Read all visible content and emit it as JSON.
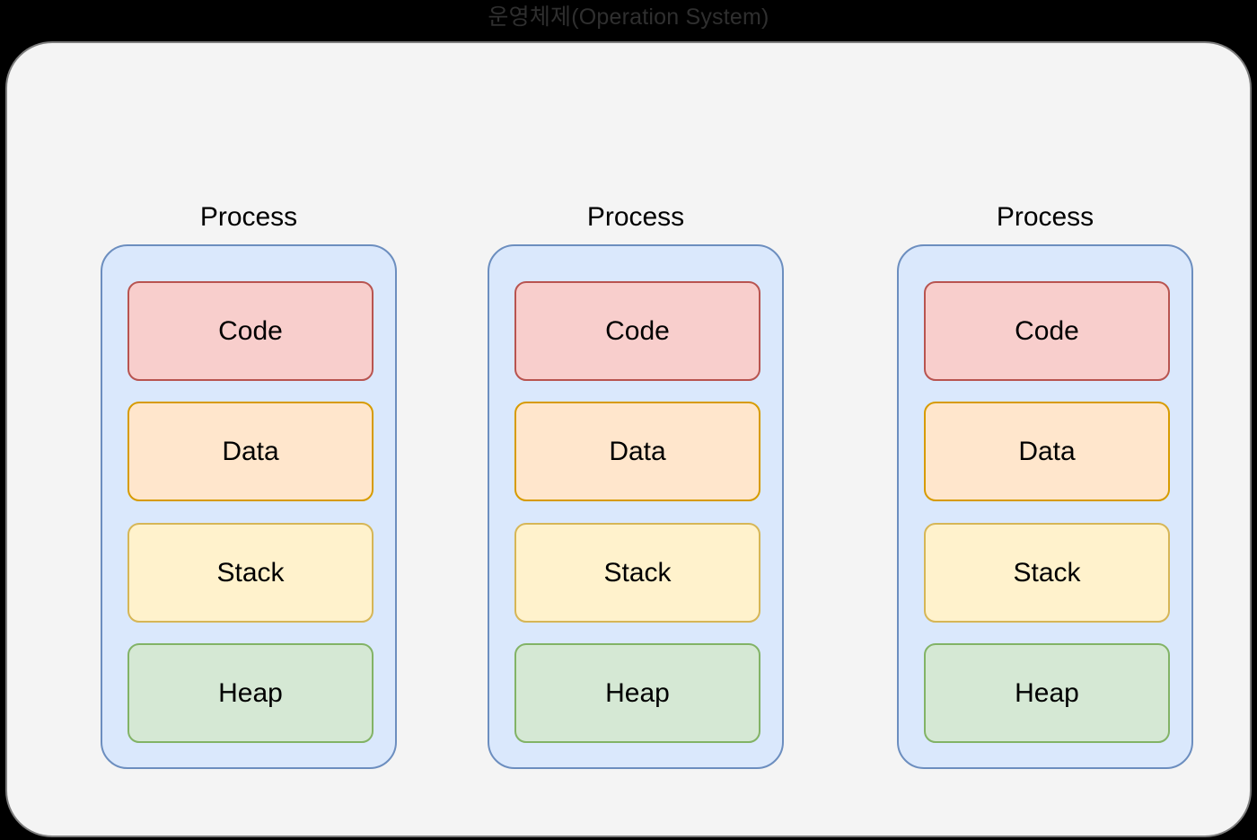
{
  "diagram": {
    "title": "운영체제(Operation System)",
    "background_color": "#000000",
    "os_container": {
      "name": "Operation System",
      "fill": "#f4f4f4",
      "stroke": "#7d7d7d"
    },
    "process_label": "Process",
    "segment_styles": [
      {
        "key": "code",
        "fill": "#f8cecc",
        "stroke": "#b85450"
      },
      {
        "key": "data",
        "fill": "#ffe6cc",
        "stroke": "#d79b00"
      },
      {
        "key": "stack",
        "fill": "#fff2cc",
        "stroke": "#d6b656"
      },
      {
        "key": "heap",
        "fill": "#d5e8d4",
        "stroke": "#82b366"
      }
    ],
    "processes": [
      {
        "label": "Process",
        "fill": "#dae8fc",
        "stroke": "#6c8ebf",
        "segments": [
          {
            "label": "Code"
          },
          {
            "label": "Data"
          },
          {
            "label": "Stack"
          },
          {
            "label": "Heap"
          }
        ]
      },
      {
        "label": "Process",
        "fill": "#dae8fc",
        "stroke": "#6c8ebf",
        "segments": [
          {
            "label": "Code"
          },
          {
            "label": "Data"
          },
          {
            "label": "Stack"
          },
          {
            "label": "Heap"
          }
        ]
      },
      {
        "label": "Process",
        "fill": "#dae8fc",
        "stroke": "#6c8ebf",
        "segments": [
          {
            "label": "Code"
          },
          {
            "label": "Data"
          },
          {
            "label": "Stack"
          },
          {
            "label": "Heap"
          }
        ]
      }
    ]
  }
}
